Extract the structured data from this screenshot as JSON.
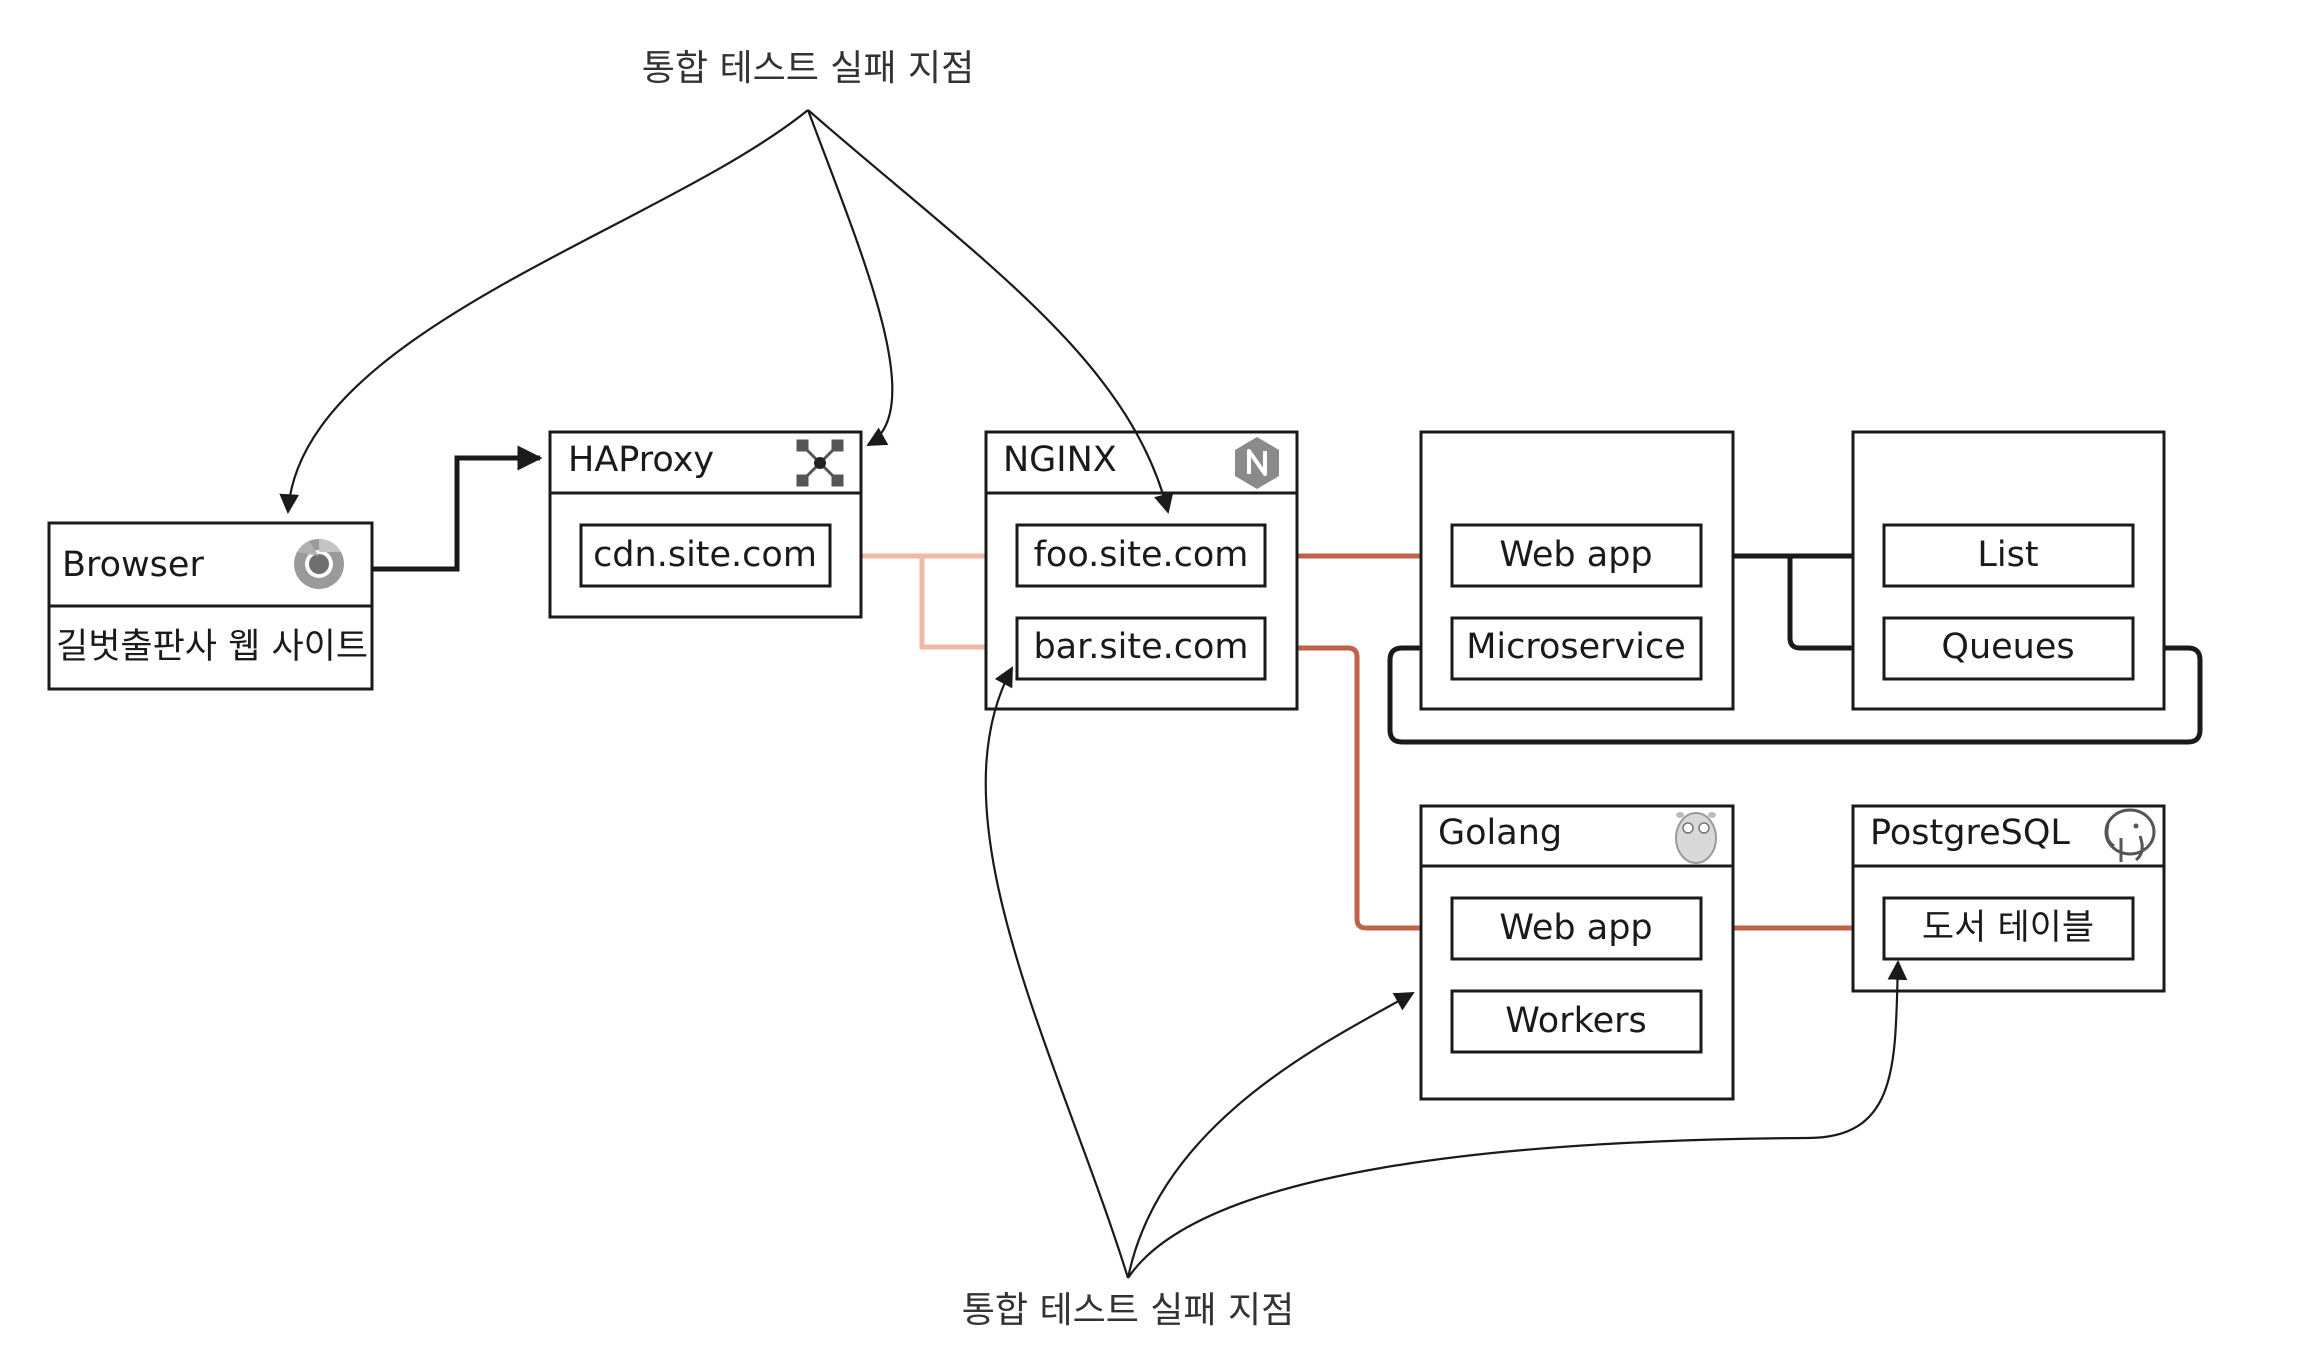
{
  "captions": {
    "top": "통합 테스트 실패 지점",
    "bottom": "통합 테스트 실패 지점"
  },
  "browser": {
    "title": "Browser",
    "subtitle": "길벗출판사 웹 사이트",
    "icon": "chrome-icon"
  },
  "haproxy": {
    "title": "HAProxy",
    "host": "cdn.site.com",
    "icon": "haproxy-icon"
  },
  "nginx": {
    "title": "NGINX",
    "hosts": [
      "foo.site.com",
      "bar.site.com"
    ],
    "icon": "nginx-icon"
  },
  "services": {
    "items": [
      "Web app",
      "Microservice"
    ]
  },
  "messaging": {
    "items": [
      "List",
      "Queues"
    ]
  },
  "golang": {
    "title": "Golang",
    "items": [
      "Web app",
      "Workers"
    ],
    "icon": "gopher-icon"
  },
  "postgres": {
    "title": "PostgreSQL",
    "table": "도서 테이블",
    "icon": "elephant-icon"
  },
  "colors": {
    "stroke": "#1a1a1a",
    "accent": "#c0614a",
    "accent_light": "#f0b8a6",
    "nginx_icon": "#8a8a8a"
  }
}
